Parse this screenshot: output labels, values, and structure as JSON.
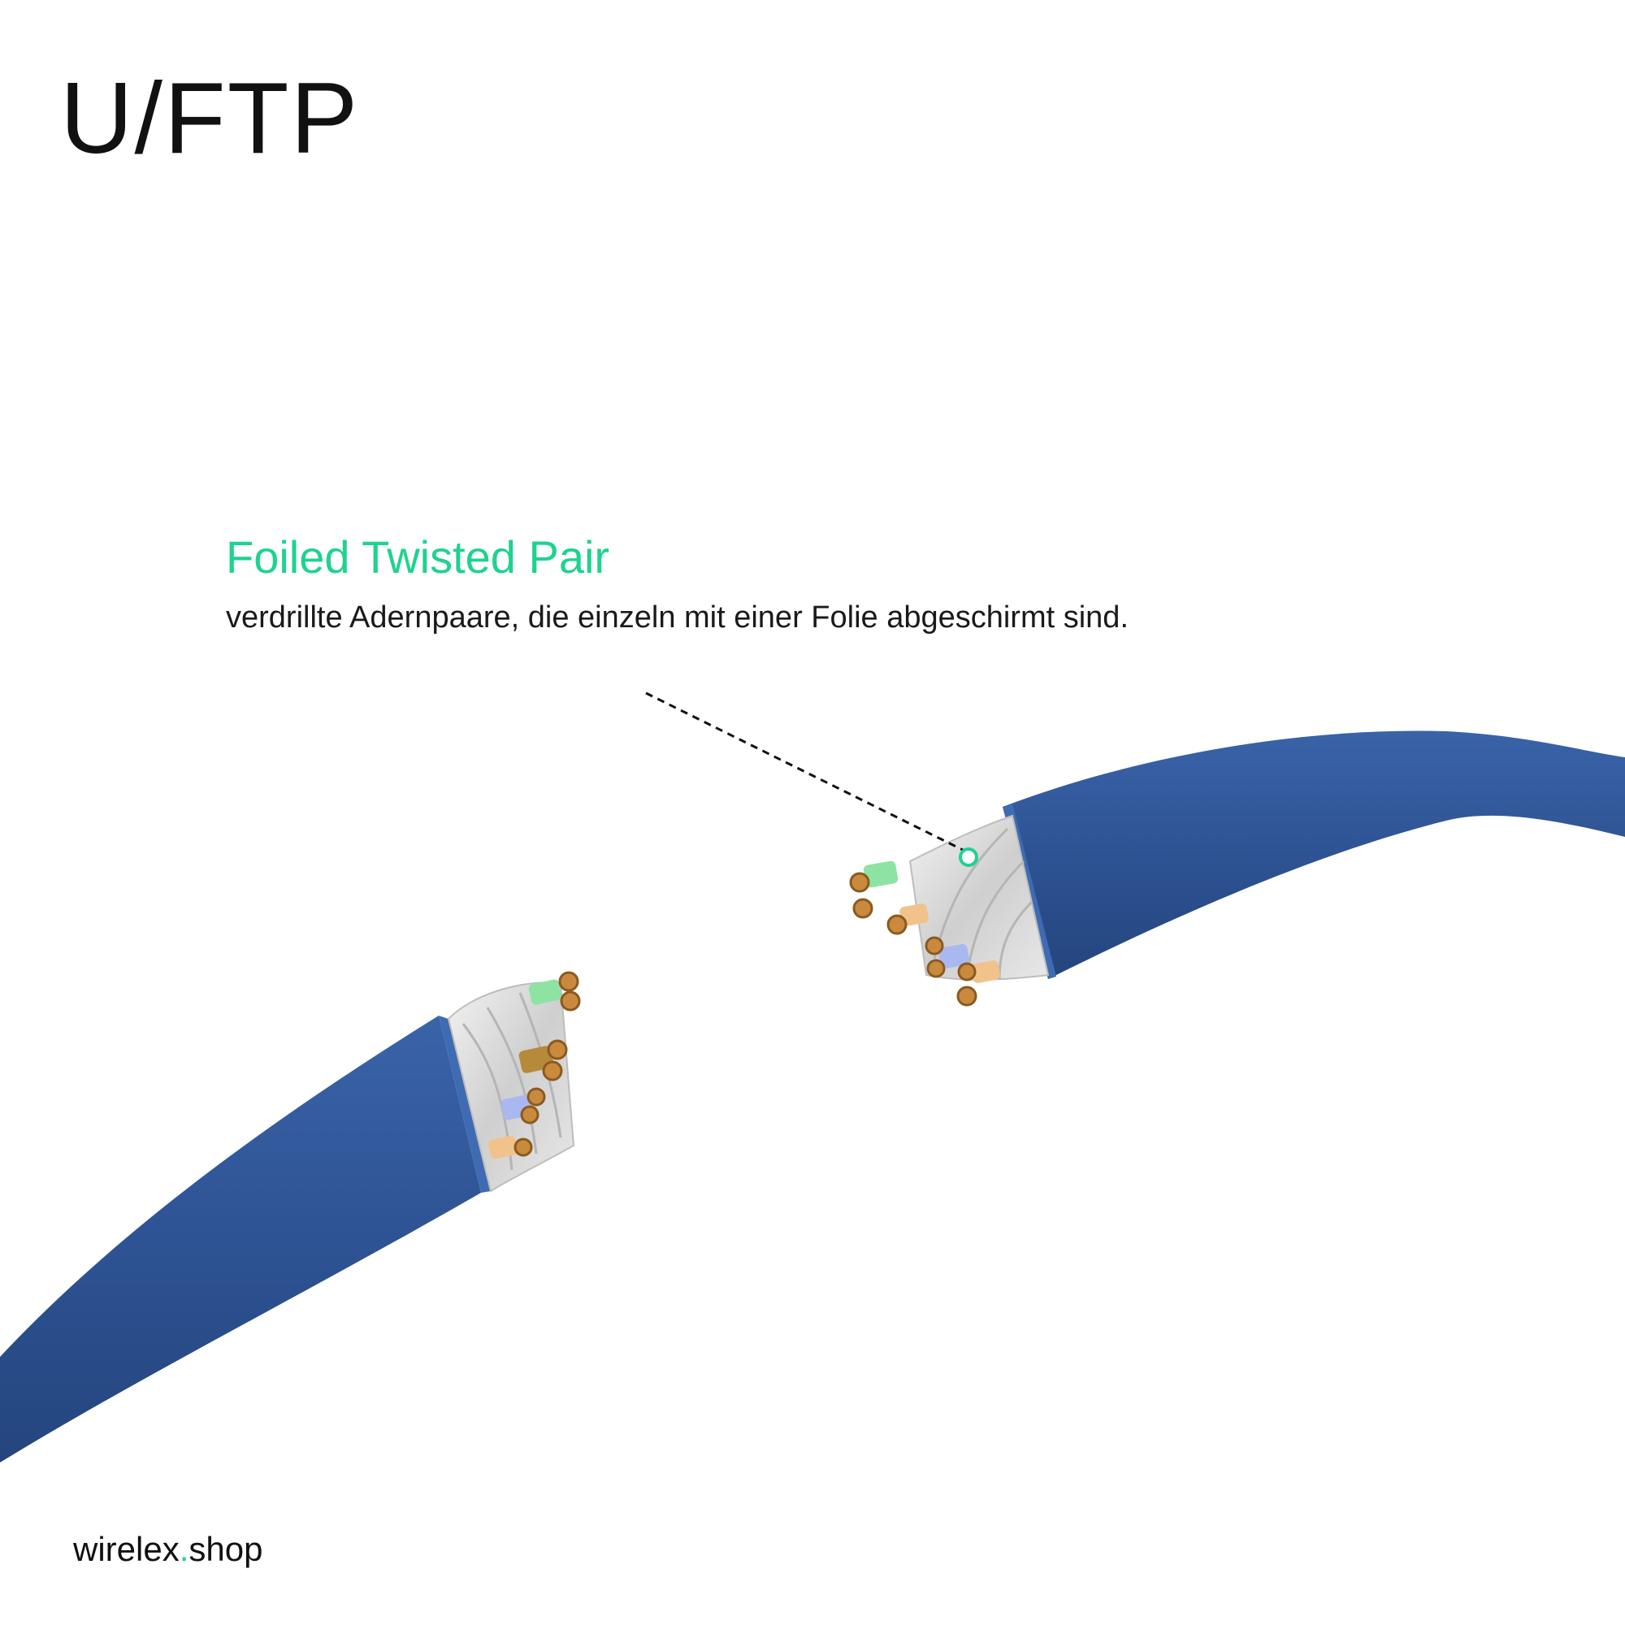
{
  "header": {
    "title": "U/FTP"
  },
  "callout": {
    "heading": "Foiled Twisted Pair",
    "description": "verdrillte Adernpaare, die einzeln mit einer Folie abgeschirmt sind."
  },
  "footer": {
    "brand_name": "wirelex",
    "brand_dot": ".",
    "brand_tld": "shop"
  },
  "colors": {
    "accent": "#1ED38E",
    "cable_jacket": "#2E5394",
    "foil": "#D9D9D9",
    "conductor": "#C98A3E",
    "text": "#111111"
  },
  "icons": {
    "callout_marker": "ring-marker-icon"
  }
}
